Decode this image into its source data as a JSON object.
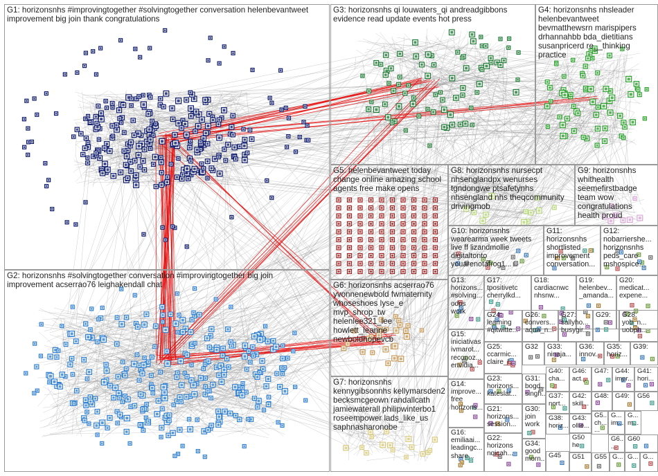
{
  "groups": [
    {
      "id": "G1",
      "text": "G1: horizonsnhs #improvingtogether #solvingtogether conversation helenbevantweet\nimprovement big join thank congratulations"
    },
    {
      "id": "G2",
      "text": "G2: horizonsnhs #solvingtogether conversation #improvingtogether big join\nimprovement acserrao76 leighakendall chat"
    },
    {
      "id": "G3",
      "text": "G3: horizonsnhs qi louwaters_qi andreadgibbons\nevidence read update events hot press"
    },
    {
      "id": "G4",
      "text": "G4: horizonsnhs nhsleader\nhelenbevantweet\nbevmatthewsrn marispipers\ndrhannahbb bda_dietitians\nsusanpricerd re__thinking\npractice"
    },
    {
      "id": "G5",
      "text": "G5: helenbevantweet today\nchange online amazing school\nagents free make opens"
    },
    {
      "id": "G6",
      "text": "G6: horizonsnhs acserrao76\nyvonnenewbold fwmaternity\nwhoseshoes lyse_e\nmvp_shrop_tw\nhelenlee321_lee\nhowlett_leanne\nnewboldhopevcb"
    },
    {
      "id": "G7",
      "text": "G7: horizonsnhs\nkennygibsonnhs kellymarsden2\nbecksmcgeown randallcath\njamiewaterall philipwinterbo1\nroseempower lads_like_us\nsaphnasharonobe"
    },
    {
      "id": "G8",
      "text": "G8: horizonsnhs nursecpt\nnhsenglandpx wenurses\ntgndongwe ptsafetynhs\nnhsengland nhs theqcommunity\ndrivingmob"
    },
    {
      "id": "G9",
      "text": "G9: horizonsnhs\nwhithealth\nseemefirstbadge\nteam wow\ncongratulations\nhealth proud"
    },
    {
      "id": "G10",
      "text": "G10: horizonsnhs\nwearearma week tweets\nlive ff lizandmollie\ndigitaltonto\nyouarenotafrog1..."
    },
    {
      "id": "G11",
      "text": "G11:\nhorizonsnhs\nshortlisted\nimprovement\nconversation..."
    },
    {
      "id": "G12",
      "text": "G12:\nnobarriershe...\nhorizonsnhs\npeds_care\nmshospice..."
    },
    {
      "id": "G13",
      "text": "G13:\nhorizons...\n#solving...\nodps\nwork"
    },
    {
      "id": "G17",
      "text": "G17:\ntpositivetc\ncherrylkd..."
    },
    {
      "id": "G18",
      "text": "G18:\ncardiacnwc\nnhsnw..."
    },
    {
      "id": "G19",
      "text": "G19:\nhelenbev...\n_amanda..."
    },
    {
      "id": "G20",
      "text": "G20:\nmedicat...\nexpene..."
    },
    {
      "id": "G15",
      "text": "G15:\niniciativas\nivmarot...\nreconoz...\nenvidia..."
    },
    {
      "id": "G24",
      "text": "G24:\nlearning\n#qitwitte..."
    },
    {
      "id": "G26",
      "text": "G26:\nconvers...\naqua_n..."
    },
    {
      "id": "G27",
      "text": "G27:\nsallyho...\nbusygir..."
    },
    {
      "id": "G29",
      "text": "G29:"
    },
    {
      "id": "G28",
      "text": "G28:\nyob_n...\nuobph..."
    },
    {
      "id": "G25",
      "text": "G25:\nccarmic...\nclaire_f..."
    },
    {
      "id": "G32",
      "text": "G32"
    },
    {
      "id": "G33",
      "text": "G33:\nninaja..."
    },
    {
      "id": "G36",
      "text": "G36:\ninnov..."
    },
    {
      "id": "G35",
      "text": "G35:\nhoriz..."
    },
    {
      "id": "G39",
      "text": "G39:"
    },
    {
      "id": "G14",
      "text": "G14:\nimprove...\nfree\nhorizons..."
    },
    {
      "id": "G23",
      "text": "G23:\nhorizons...\nkateslat..."
    },
    {
      "id": "G31",
      "text": "G31:\nbogd...\nsingh..."
    },
    {
      "id": "G40",
      "text": "G40:\ncha..."
    },
    {
      "id": "G46",
      "text": "G46:\nact..."
    },
    {
      "id": "G47",
      "text": "G47:"
    },
    {
      "id": "G44",
      "text": "G44:\nimpr..."
    },
    {
      "id": "G41",
      "text": "G41:\nhori..."
    },
    {
      "id": "G37",
      "text": "G37:\nnort..."
    },
    {
      "id": "G42",
      "text": "G42:\nskill..."
    },
    {
      "id": "G48",
      "text": "G48:"
    },
    {
      "id": "G49",
      "text": "G49:"
    },
    {
      "id": "G56",
      "text": "G56"
    },
    {
      "id": "G21",
      "text": "G21:\nhorizons...\nsession..."
    },
    {
      "id": "G30",
      "text": "G30:\njoin\nwork"
    },
    {
      "id": "G43",
      "text": "G43:\nollie..."
    },
    {
      "id": "G5x",
      "text": "G5...\nch...\n..."
    },
    {
      "id": "G5y",
      "text": "G...\nim..."
    },
    {
      "id": "G5z",
      "text": "G...\nm..."
    },
    {
      "id": "G16",
      "text": "G16:\nemiliaai...\nleadingc...\nshare..."
    },
    {
      "id": "G22",
      "text": "G22:\nhorizons\nnqicah..."
    },
    {
      "id": "G34",
      "text": "G34:\ngood\nmorn..."
    },
    {
      "id": "G38",
      "text": "G38:\nhoriz..."
    },
    {
      "id": "G50",
      "text": "G50\nhe"
    },
    {
      "id": "G6x",
      "text": "G6...\n..."
    },
    {
      "id": "G60",
      "text": "G60"
    },
    {
      "id": "G45",
      "text": "G45"
    },
    {
      "id": "G51",
      "text": "G51"
    },
    {
      "id": "G55",
      "text": "G55"
    },
    {
      "id": "G5w",
      "text": "G..."
    },
    {
      "id": "G5v",
      "text": "G..."
    },
    {
      "id": "G5u",
      "text": "G..."
    }
  ],
  "colors": {
    "G1": "#0d1a6b",
    "G2": "#2f7fd0",
    "G3": "#1e7a34",
    "G4": "#2aa02b",
    "G5": "#9c1f1f",
    "G6": "#c89a5a",
    "G7": "#d8c97a",
    "G8": "#b6d77a",
    "G9": "#d9a8d8",
    "edge": "#8c8c8c",
    "bridge": "#e60000"
  }
}
